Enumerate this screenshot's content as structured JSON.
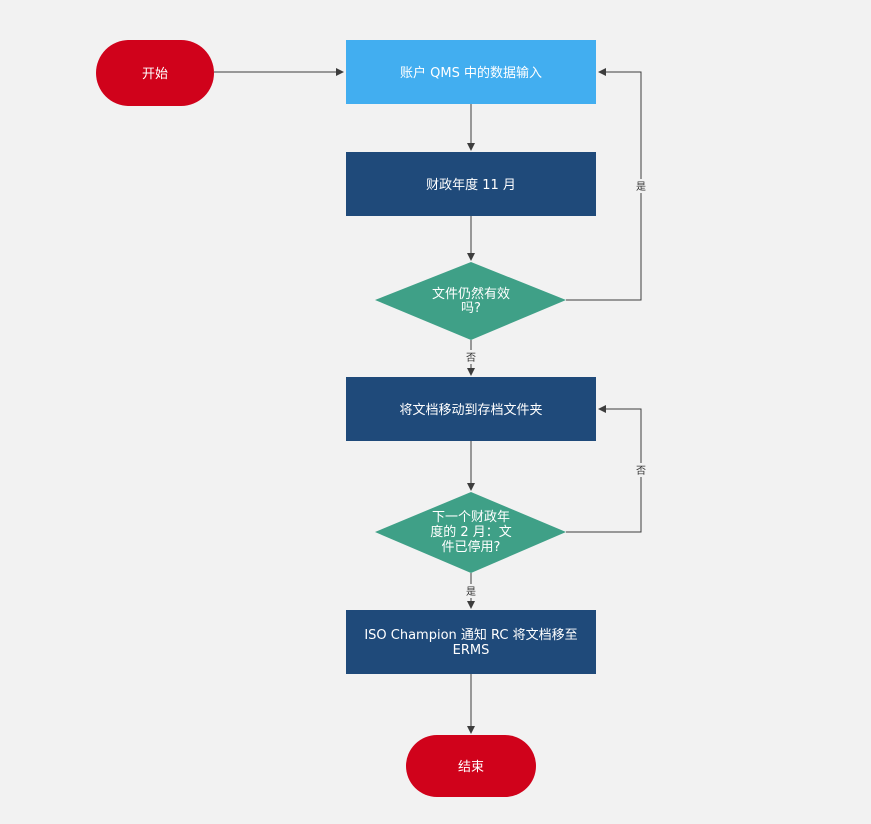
{
  "colors": {
    "background": "#f2f2f2",
    "terminal": "#d0021b",
    "input_process": "#42aef0",
    "process": "#1f4a7a",
    "decision": "#3fa087",
    "edge": "#3d3d3d"
  },
  "nodes": {
    "start": {
      "label": "开始"
    },
    "data_input": {
      "label": "账户 QMS 中的数据输入"
    },
    "fiscal_nov": {
      "label": "财政年度 11 月"
    },
    "doc_valid": {
      "lines": [
        "文件仍然有效",
        "吗?"
      ]
    },
    "move_archive": {
      "label": "将文档移动到存档文件夹"
    },
    "fiscal_feb": {
      "lines": [
        "下一个财政年",
        "度的 2 月：文",
        "件已停用?"
      ]
    },
    "iso_notify": {
      "lines": [
        "ISO Champion 通知 RC 将文档移至",
        "ERMS"
      ]
    },
    "end": {
      "label": "结束"
    }
  },
  "edge_labels": {
    "valid_yes": "是",
    "valid_no": "否",
    "feb_no": "否",
    "feb_yes": "是"
  }
}
